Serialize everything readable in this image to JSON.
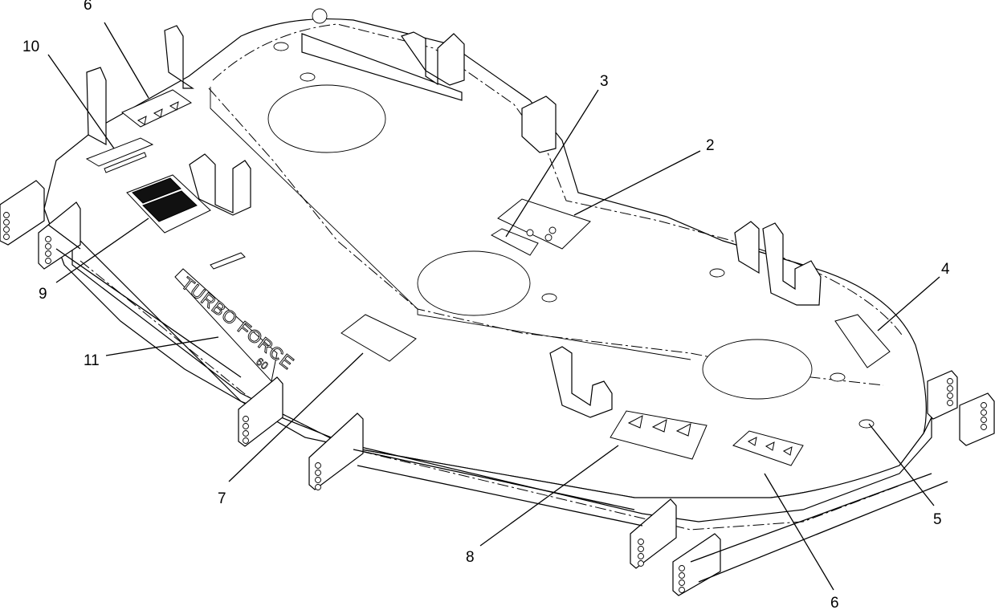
{
  "diagram": {
    "callouts": [
      {
        "id": "c6a",
        "label": "6"
      },
      {
        "id": "c10",
        "label": "10"
      },
      {
        "id": "c9",
        "label": "9"
      },
      {
        "id": "c11",
        "label": "11"
      },
      {
        "id": "c7",
        "label": "7"
      },
      {
        "id": "c3",
        "label": "3"
      },
      {
        "id": "c2",
        "label": "2"
      },
      {
        "id": "c4",
        "label": "4"
      },
      {
        "id": "c5",
        "label": "5"
      },
      {
        "id": "c8",
        "label": "8"
      },
      {
        "id": "c6b",
        "label": "6"
      }
    ],
    "deck_brand": "TURBO FORCE",
    "deck_size": "60"
  }
}
